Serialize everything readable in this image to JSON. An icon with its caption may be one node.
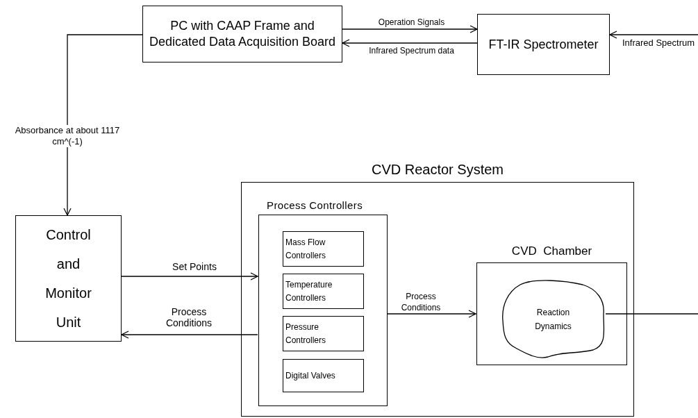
{
  "diagram": {
    "nodes": [
      {
        "text": [
          "PC with CAAP Frame and Dedicated Data Acquisition Board"
        ]
      },
      {
        "text": [
          "FT-IR Spectrometer"
        ]
      },
      {
        "text": [
          "Control and Monitor Unit"
        ]
      },
      {
        "text": [
          "CVD Reactor System"
        ]
      },
      {
        "text": [
          "Process Controllers"
        ],
        "in": 3
      },
      {
        "text": [
          "Mass Flow Controllers"
        ],
        "in": 4
      },
      {
        "text": [
          "Temperature Controllers"
        ],
        "in": 4
      },
      {
        "text": [
          "Pressure Controllers"
        ],
        "in": 4
      },
      {
        "text": [
          "Digital Valves"
        ],
        "in": 4
      },
      {
        "text": [
          "CVD  Chamber"
        ],
        "in": 3
      },
      {
        "text": [
          "Reaction Dynamics"
        ],
        "in": 9
      }
    ],
    "edges": [
      {
        "from": 0,
        "to": 1,
        "arrow": "to",
        "label": "Operation Signals"
      },
      {
        "from": 1,
        "to": 0,
        "arrow": "to",
        "label": "Infrared Spectrum data"
      },
      {
        "from": null,
        "to": 1,
        "arrow": "to",
        "label": "Infrared Spectrum"
      },
      {
        "from": 0,
        "to": 2,
        "arrow": "to",
        "label": "Absorbance at about 1117 cm^(-1)"
      },
      {
        "from": 2,
        "to": 4,
        "arrow": "to",
        "label": "Set Points"
      },
      {
        "from": 4,
        "to": 2,
        "arrow": "to",
        "label": "Process Conditions"
      },
      {
        "from": 4,
        "to": 9,
        "arrow": "to",
        "label": "Process Conditions"
      },
      {
        "from": 10,
        "to": null,
        "arrow": "none"
      }
    ]
  }
}
